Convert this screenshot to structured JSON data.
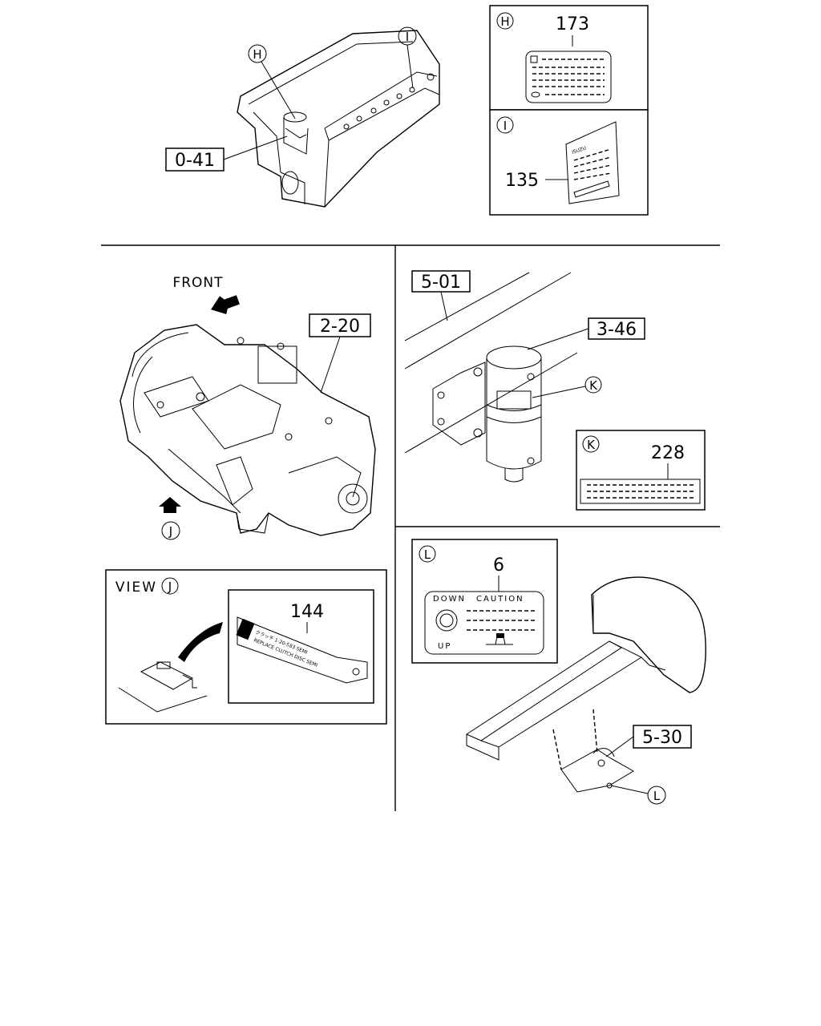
{
  "engine_panel": {
    "ref_label": "0-41",
    "callout_h": "H",
    "callout_i": "I"
  },
  "label_h": {
    "letter": "H",
    "part_no": "173"
  },
  "label_i": {
    "letter": "I",
    "part_no": "135",
    "brand": "ISUZU"
  },
  "transmission_panel": {
    "front_label": "FRONT",
    "ref_label": "2-20",
    "callout_j": "J"
  },
  "view_j": {
    "title": "VIEW",
    "letter": "J",
    "part_no": "144",
    "plate_text_1": "クラッチ 1-20-583   SEMI",
    "plate_text_2": "REPLACE CLUTCH DISC  SEMI"
  },
  "filter_panel": {
    "ref_frame": "5-01",
    "ref_filter": "3-46",
    "callout_k": "K"
  },
  "label_k": {
    "letter": "K",
    "part_no": "228"
  },
  "cab_panel": {
    "ref_label": "5-30",
    "callout_l": "L"
  },
  "label_l": {
    "letter": "L",
    "part_no": "6",
    "down_text": "DOWN",
    "caution_text": "CAUTION",
    "up_text": "UP"
  }
}
